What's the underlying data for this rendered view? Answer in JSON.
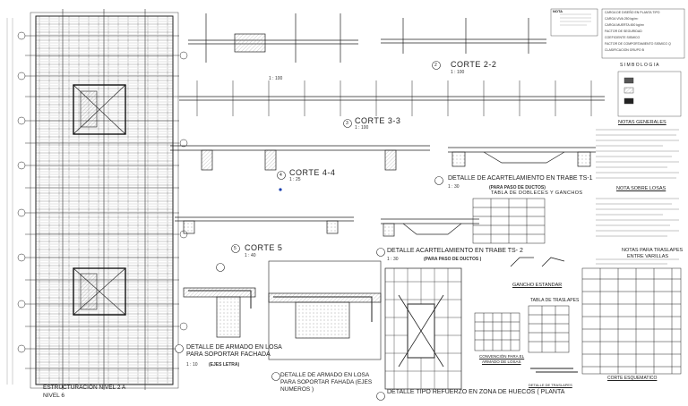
{
  "plan": {
    "title_line1": "ESTRUCTURACIÓN NIVEL 2  A",
    "title_line2": "NIVEL 6"
  },
  "sections": {
    "corte_2_2": {
      "label": "CORTE 2-2",
      "scale": "1 : 100",
      "number": "2"
    },
    "corte_3_3": {
      "label": "CORTE 3-3",
      "scale": "1 : 100",
      "number": "3"
    },
    "corte_4_4": {
      "label": "CORTE 4-4",
      "scale": "1 : 25",
      "number": "4"
    },
    "corte_5": {
      "label": "CORTE 5",
      "scale": "1 : 40",
      "number": "5"
    },
    "top_left_scale": "1 : 100"
  },
  "details": {
    "ts1": {
      "label": "DETALLE DE ACARTELAMIENTO EN TRABE TS-1",
      "scale": "1 : 30",
      "note": "(PARA PASO DE DUCTOS)"
    },
    "ts2": {
      "label": "DETALLE ACARTELAMIENTO EN TRABE TS- 2",
      "scale": "1 : 30",
      "note": "(PARA PASO DE DUCTOS )"
    },
    "losa_fachada": {
      "line1": "DETALLE DE ARMADO EN LOSA",
      "line2": "PARA SOPORTAR FACHADA",
      "scale": "1 : 10",
      "note": "(EJES LETRA)"
    },
    "losa_fahada_ejes": {
      "line1": "DETALLE DE ARMADO EN LOSA",
      "line2": "PARA SOPORTAR FAHADA (EJES",
      "line3": "NUMEROS )"
    },
    "huecos": {
      "label": "DETALLE TIPO REFUERZO EN ZONA DE HUECOS ( PLANTA"
    },
    "dobleces": {
      "label": "TABLA DE DOBLECES Y GANCHOS"
    },
    "ganchos": {
      "label": "GANCHO ESTANDAR"
    },
    "traslapes_table": {
      "label": "TABLA DE TRASLAPES"
    },
    "traslape_detail": {
      "label": "DETALLE DE TRASLAPES"
    },
    "convencion": {
      "line1": "CONVENCIÓN PARA EL",
      "line2": "ARMADO DE LOSAS"
    },
    "corte_esquematico": {
      "label": "CORTE ESQUEMATICO"
    }
  },
  "notes": {
    "header": "NOTA",
    "simbologia": "S I M B O L O G I A",
    "generales": "NOTAS GENERALES",
    "losas": "NOTA SOBRE LOSAS",
    "traslapes_line1": "NOTAS PARA TRASLAPES",
    "traslapes_line2": "ENTRE VARILLAS",
    "design_lines": [
      "CARGA DE DISEÑO EN PLANTA TIPO",
      "CARGA VIVA    250 kg/m²",
      "CARGA MUERTA  450 kg/m²",
      "FACTOR DE SEGURIDAD",
      "COEFICIENTE SISMICO",
      "FACTOR DE COMPORTAMIENTO SISMICO Q",
      "CLASIFICACION GRUPO B"
    ]
  }
}
